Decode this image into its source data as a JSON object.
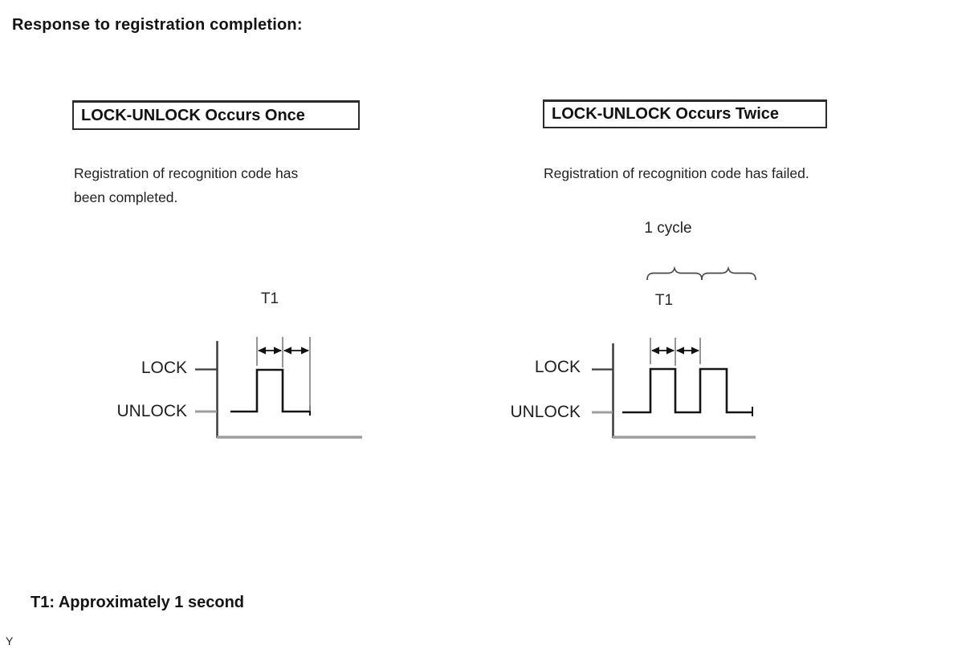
{
  "page": {
    "title": "Response to registration completion:",
    "footer_note": "T1: Approximately 1 second",
    "page_marker": "Y"
  },
  "left_panel": {
    "heading": "LOCK-UNLOCK Occurs Once",
    "description_line1": "Registration of recognition code has",
    "description_line2": "been completed.",
    "t1_label": "T1",
    "lock_label": "LOCK",
    "unlock_label": "UNLOCK",
    "pulse_count": 1
  },
  "right_panel": {
    "heading": "LOCK-UNLOCK Occurs Twice",
    "description": "Registration of recognition code has failed.",
    "cycle_label": "1 cycle",
    "t1_label": "T1",
    "lock_label": "LOCK",
    "unlock_label": "UNLOCK",
    "pulse_count": 2
  },
  "colors": {
    "waveform": "#151515",
    "axis": "#3d3d3d",
    "baseline_gray": "#9e9e9e",
    "tick_gray": "#8a8a8a",
    "text": "#1a1a1a"
  }
}
